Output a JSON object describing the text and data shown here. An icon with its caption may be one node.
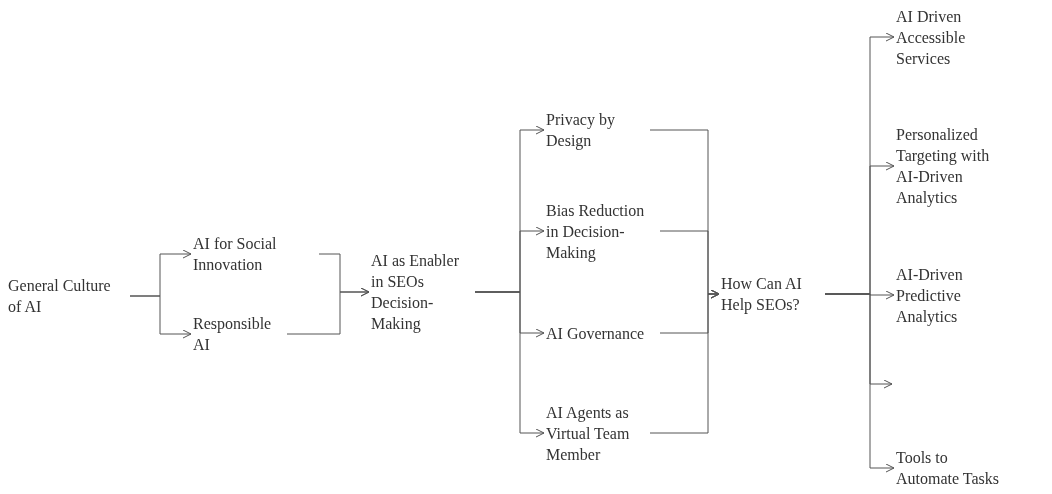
{
  "diagram": {
    "nodes": [
      {
        "text": [
          "General Culture of AI"
        ]
      },
      {
        "text": [
          "AI for Social Innovation"
        ]
      },
      {
        "text": [
          "Responsible AI"
        ]
      },
      {
        "text": [
          "AI as Enabler in SEOs Decision-Making"
        ]
      },
      {
        "text": [
          "Privacy by Design"
        ]
      },
      {
        "text": [
          "Bias Reduction in Decision-Making"
        ]
      },
      {
        "text": [
          "AI Governance"
        ]
      },
      {
        "text": [
          "AI Agents as Virtual Team Member"
        ]
      },
      {
        "text": [
          "How Can AI Help SEOs?"
        ]
      },
      {
        "text": [
          "AI Driven Accessible Services"
        ]
      },
      {
        "text": [
          "Personalized Targeting with AI-Driven Analytics"
        ]
      },
      {
        "text": [
          "AI-Driven Predictive Analytics"
        ]
      },
      {
        "text": [
          "Tools to Automate Tasks"
        ]
      }
    ],
    "edges": [
      {
        "from": 0,
        "to": 1,
        "arrow": "to"
      },
      {
        "from": 0,
        "to": 2,
        "arrow": "to"
      },
      {
        "from": 1,
        "to": 3,
        "arrow": "to"
      },
      {
        "from": 2,
        "to": 3,
        "arrow": "to"
      },
      {
        "from": 3,
        "to": 4,
        "arrow": "to"
      },
      {
        "from": 3,
        "to": 5,
        "arrow": "to"
      },
      {
        "from": 3,
        "to": 6,
        "arrow": "to"
      },
      {
        "from": 3,
        "to": 7,
        "arrow": "to"
      },
      {
        "from": 4,
        "to": 8,
        "arrow": "to"
      },
      {
        "from": 5,
        "to": 8,
        "arrow": "to"
      },
      {
        "from": 6,
        "to": 8,
        "arrow": "to"
      },
      {
        "from": 7,
        "to": 8,
        "arrow": "to"
      },
      {
        "from": 8,
        "to": 9,
        "arrow": "to"
      },
      {
        "from": 8,
        "to": 10,
        "arrow": "to"
      },
      {
        "from": 8,
        "to": 11,
        "arrow": "to"
      },
      {
        "from": 8,
        "to": null,
        "arrow": "to"
      },
      {
        "from": 8,
        "to": 12,
        "arrow": "to"
      }
    ]
  }
}
